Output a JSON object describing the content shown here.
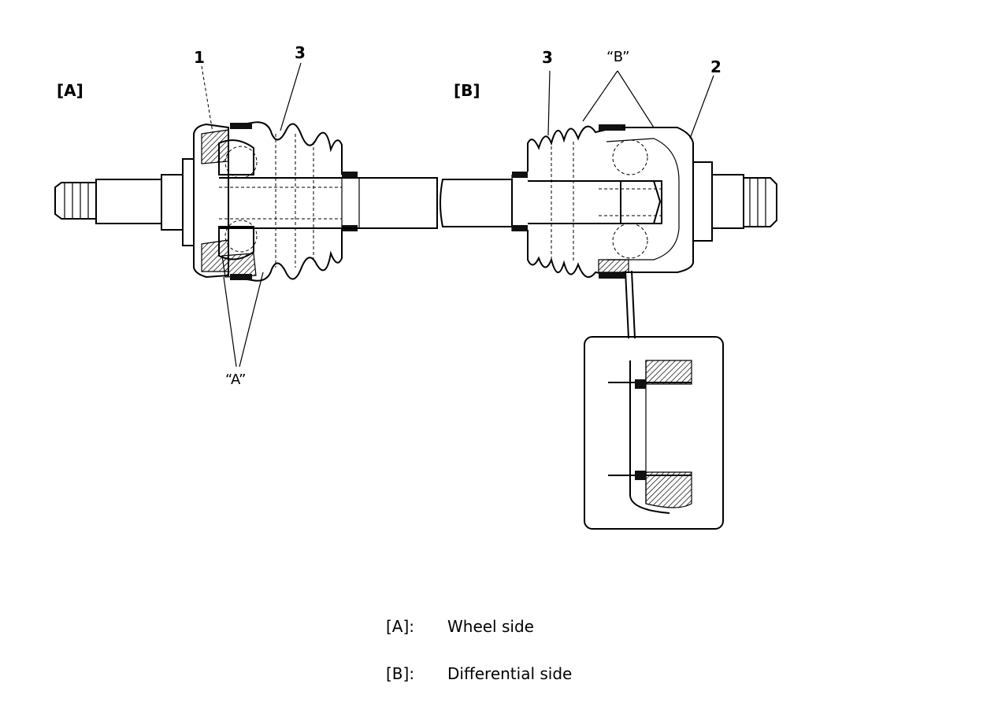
{
  "labels": {
    "view_a": "[A]",
    "view_b": "[B]",
    "part_1": "1",
    "part_2": "2",
    "part_3_left": "3",
    "part_3_right": "3",
    "callout_a": "“A”",
    "callout_b": "“B”"
  },
  "legend": [
    {
      "key": "[A]:",
      "value": "Wheel side"
    },
    {
      "key": "[B]:",
      "value": "Differential side"
    }
  ]
}
